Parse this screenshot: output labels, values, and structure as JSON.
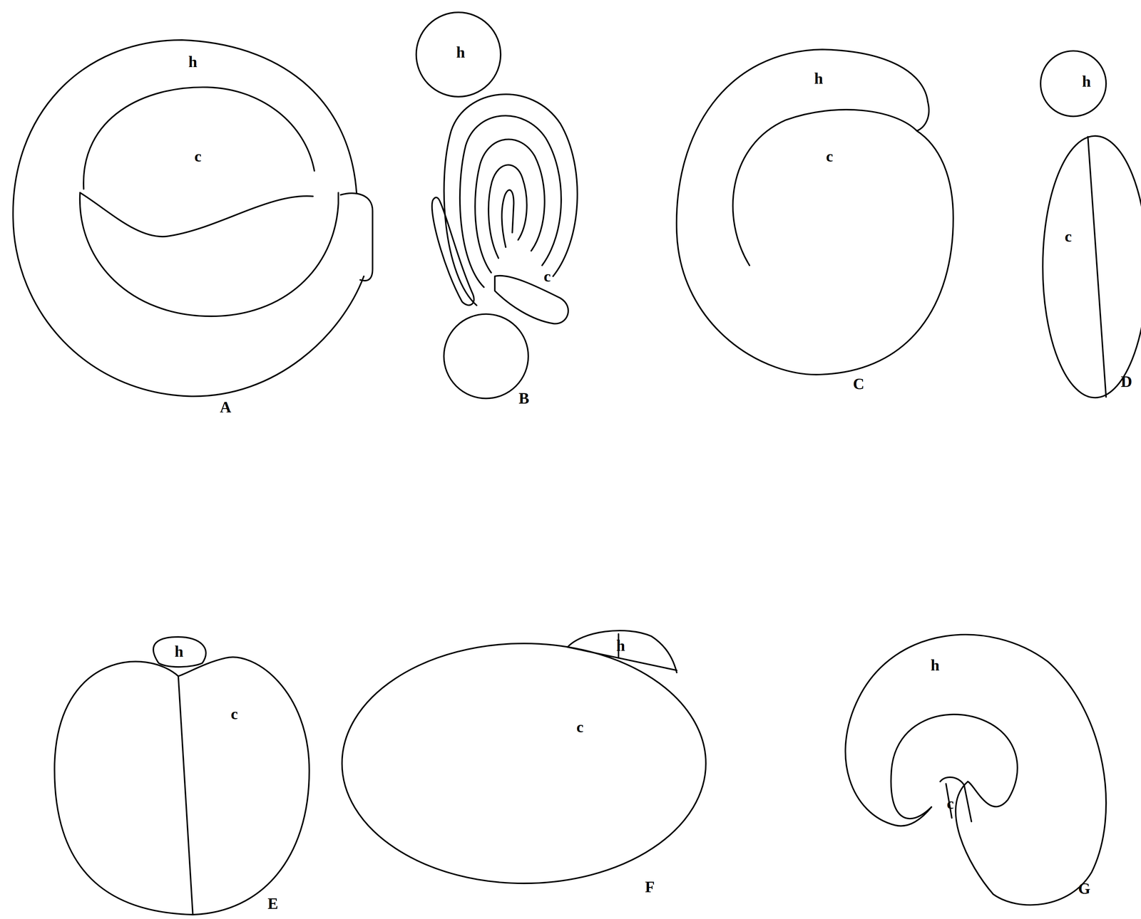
{
  "diagram": {
    "labels": [
      "h",
      "c",
      "A",
      "h",
      "c",
      "B",
      "h",
      "c",
      "C",
      "h",
      "c",
      "D",
      "h",
      "c",
      "E",
      "h",
      "c",
      "F",
      "h",
      "c",
      "G"
    ]
  }
}
